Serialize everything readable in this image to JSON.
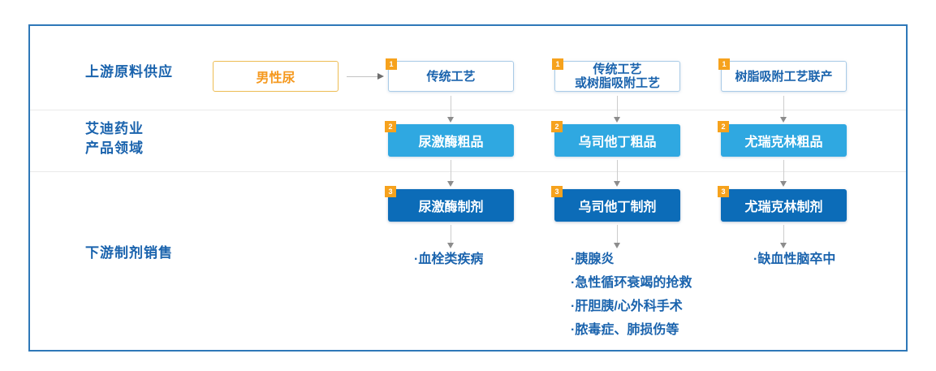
{
  "colors": {
    "frame_border": "#2e78b8",
    "label_blue": "#1a63ad",
    "crude_box_fill": "#2fa8e1",
    "formulation_box_fill": "#0c6cb8",
    "source_box_border": "#edbc53",
    "source_text_orange": "#f5991f",
    "badge_orange": "#f6a21d"
  },
  "rows": {
    "row1_label": "上游原料供应",
    "row2_label_line1": "艾迪药业",
    "row2_label_line2": "产品领域",
    "row3_label": "下游制剂销售"
  },
  "badges": {
    "row1": "1",
    "row2": "2",
    "row3": "3"
  },
  "source_box": {
    "label": "男性尿"
  },
  "columns": [
    {
      "process_line1": "传统工艺",
      "crude": "尿激酶粗品",
      "formulation": "尿激酶制剂",
      "indications": [
        "·血栓类疾病"
      ]
    },
    {
      "process_line1": "传统工艺",
      "process_line2": "或树脂吸附工艺",
      "crude": "乌司他丁粗品",
      "formulation": "乌司他丁制剂",
      "indications": [
        "·胰腺炎",
        "·急性循环衰竭的抢救",
        "·肝胆胰/心外科手术",
        "·脓毒症、肺损伤等"
      ]
    },
    {
      "process_line1": "树脂吸附工艺联产",
      "crude": "尤瑞克林粗品",
      "formulation": "尤瑞克林制剂",
      "indications": [
        "·缺血性脑卒中"
      ]
    }
  ]
}
